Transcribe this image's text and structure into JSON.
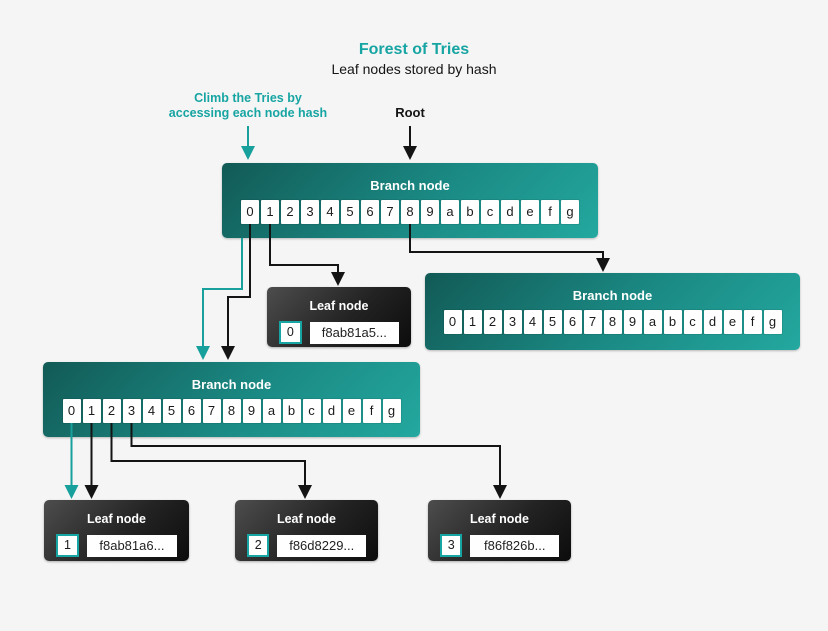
{
  "header": {
    "title": "Forest of Tries",
    "subtitle": "Leaf nodes stored by hash"
  },
  "annotations": {
    "climb": "Climb the Tries by\naccessing each node hash",
    "root": "Root"
  },
  "colors": {
    "background": "#f5f5f5",
    "accent_teal": "#17a5a3",
    "branch_gradient_dark": "#125a56",
    "branch_gradient_light": "#23a89f",
    "leaf_gradient_light": "#4d4d4d",
    "leaf_gradient_dark": "#0c0c0c",
    "arrow_black": "#141414",
    "arrow_teal": "#18a09d"
  },
  "nodes": {
    "branch_root": {
      "title": "Branch node",
      "cells": [
        "0",
        "1",
        "2",
        "3",
        "4",
        "5",
        "6",
        "7",
        "8",
        "9",
        "a",
        "b",
        "c",
        "d",
        "e",
        "f",
        "g"
      ]
    },
    "branch_right": {
      "title": "Branch node",
      "cells": [
        "0",
        "1",
        "2",
        "3",
        "4",
        "5",
        "6",
        "7",
        "8",
        "9",
        "a",
        "b",
        "c",
        "d",
        "e",
        "f",
        "g"
      ]
    },
    "branch_lower": {
      "title": "Branch node",
      "cells": [
        "0",
        "1",
        "2",
        "3",
        "4",
        "5",
        "6",
        "7",
        "8",
        "9",
        "a",
        "b",
        "c",
        "d",
        "e",
        "f",
        "g"
      ]
    },
    "leaf0": {
      "title": "Leaf node",
      "index": "0",
      "hash": "f8ab81a5..."
    },
    "leaf1": {
      "title": "Leaf node",
      "index": "1",
      "hash": "f8ab81a6..."
    },
    "leaf2": {
      "title": "Leaf node",
      "index": "2",
      "hash": "f86d8229..."
    },
    "leaf3": {
      "title": "Leaf node",
      "index": "3",
      "hash": "f86f826b..."
    }
  },
  "connections": [
    {
      "from": "climb-label",
      "to": "branch-root",
      "color": "teal"
    },
    {
      "from": "root-label",
      "to": "branch-root",
      "color": "black"
    },
    {
      "from": "branch-root.cell-0",
      "to": "branch-lower",
      "color": "teal"
    },
    {
      "from": "branch-root.cell-0",
      "to": "branch-lower",
      "color": "black"
    },
    {
      "from": "branch-root.cell-1",
      "to": "leaf-0",
      "color": "black"
    },
    {
      "from": "branch-root.cell-8",
      "to": "branch-right",
      "color": "black"
    },
    {
      "from": "branch-lower.cell-0",
      "to": "leaf-1",
      "color": "teal"
    },
    {
      "from": "branch-lower.cell-1",
      "to": "leaf-1",
      "color": "black"
    },
    {
      "from": "branch-lower.cell-2",
      "to": "leaf-2",
      "color": "black"
    },
    {
      "from": "branch-lower.cell-3",
      "to": "leaf-3",
      "color": "black"
    }
  ]
}
